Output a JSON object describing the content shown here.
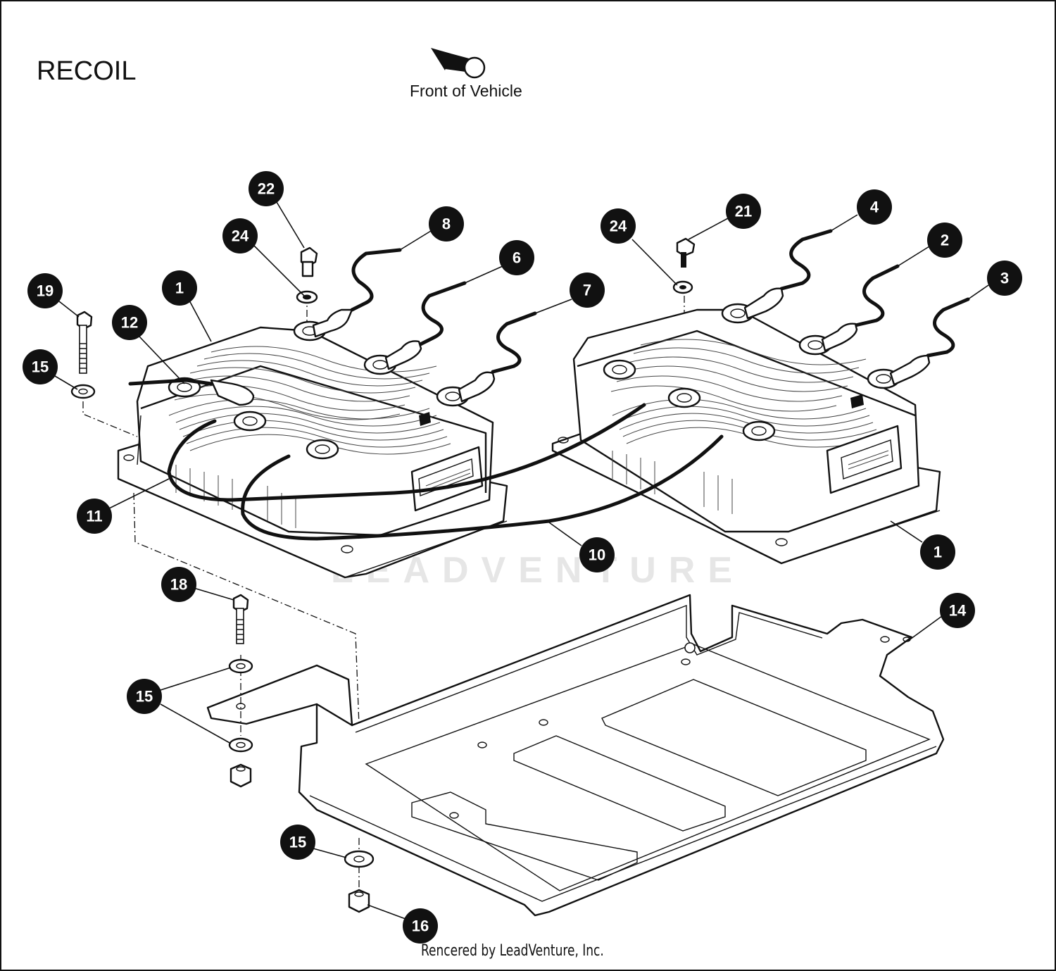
{
  "title": "RECOIL",
  "orientation": {
    "label": "Front of Vehicle",
    "icon": "front-arrow-icon"
  },
  "watermark": "LEADVENTURE",
  "credit": "Rencered by LeadVenture, Inc.",
  "callouts": [
    {
      "id": "c22",
      "number": "22"
    },
    {
      "id": "c24a",
      "number": "24"
    },
    {
      "id": "c8",
      "number": "8"
    },
    {
      "id": "c19",
      "number": "19"
    },
    {
      "id": "c1a",
      "number": "1"
    },
    {
      "id": "c12",
      "number": "12"
    },
    {
      "id": "c6",
      "number": "6"
    },
    {
      "id": "c7",
      "number": "7"
    },
    {
      "id": "c15a",
      "number": "15"
    },
    {
      "id": "c24b",
      "number": "24"
    },
    {
      "id": "c21",
      "number": "21"
    },
    {
      "id": "c4",
      "number": "4"
    },
    {
      "id": "c2",
      "number": "2"
    },
    {
      "id": "c3",
      "number": "3"
    },
    {
      "id": "c11",
      "number": "11"
    },
    {
      "id": "c10",
      "number": "10"
    },
    {
      "id": "c1b",
      "number": "1"
    },
    {
      "id": "c18",
      "number": "18"
    },
    {
      "id": "c14",
      "number": "14"
    },
    {
      "id": "c15b",
      "number": "15"
    },
    {
      "id": "c15c",
      "number": "15"
    },
    {
      "id": "c16",
      "number": "16"
    }
  ]
}
